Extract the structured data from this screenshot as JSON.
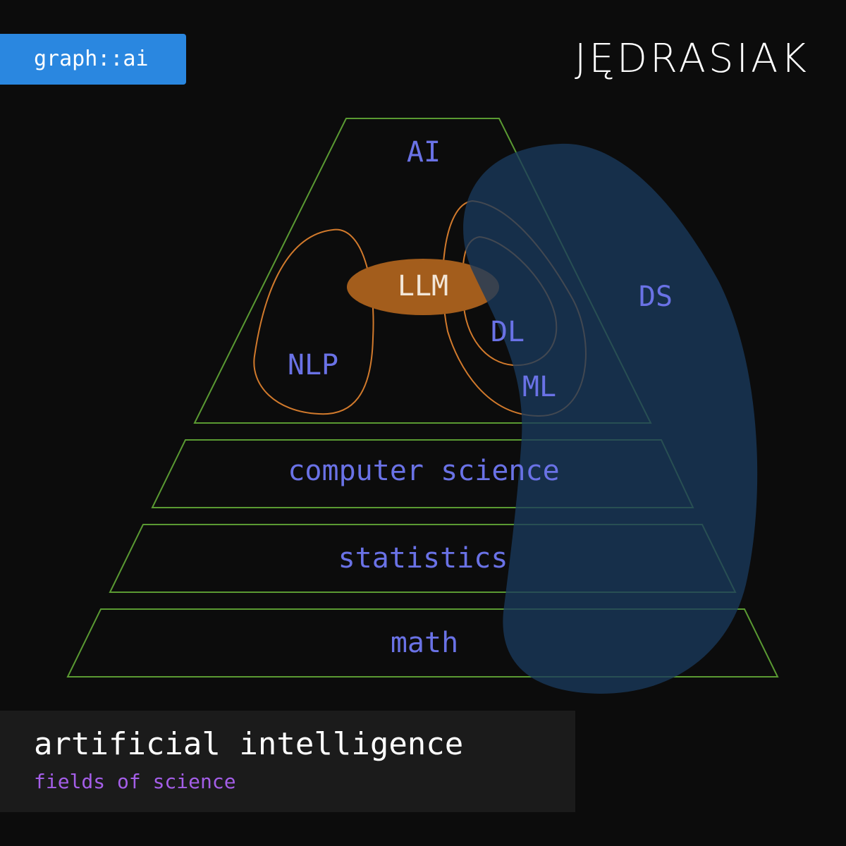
{
  "tag": "graph::ai",
  "brand": "JĘDRASIAK",
  "caption": {
    "title": "artificial intelligence",
    "subtitle": "fields of science"
  },
  "diagram": {
    "labels": {
      "ai": "AI",
      "llm": "LLM",
      "nlp": "NLP",
      "dl": "DL",
      "ml": "ML",
      "ds": "DS",
      "computer_science": "computer science",
      "statistics": "statistics",
      "math": "math"
    },
    "colors": {
      "background": "#0c0c0c",
      "tag_background": "#2a87e0",
      "outline_green": "#5a9a32",
      "outline_orange": "#d27a2c",
      "llm_fill": "#a35d1c",
      "ds_fill": "#1a3a5c",
      "label_blue": "#6a72e6",
      "subtitle_purple": "#a45ee8"
    }
  }
}
